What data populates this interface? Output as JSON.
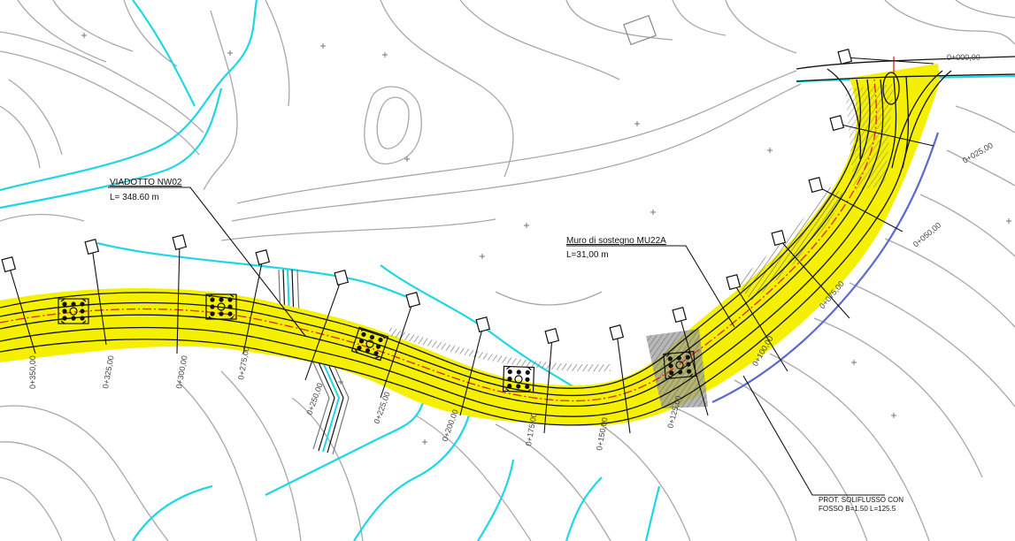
{
  "colors": {
    "road_fill": "#f4f000",
    "contour": "#a8a8a8",
    "water": "#1fd6e6",
    "channel": "#5a6ad0",
    "axis": "#d9261c",
    "edge": "#111111",
    "hatch": "#8a8a8a"
  },
  "labels": {
    "viaduct": {
      "title": "VIADOTTO NW02",
      "length": "L= 348.60 m"
    },
    "wall": {
      "title": "Muro di sostegno MU22A",
      "length": "L=31,00 m"
    },
    "protection": {
      "line1": "PROT. SOLIFLUSSO CON",
      "line2": "FOSSO B=1.50 L=125.5"
    }
  },
  "chainages": [
    {
      "label": "0+350,00"
    },
    {
      "label": "0+325,00"
    },
    {
      "label": "0+300,00"
    },
    {
      "label": "0+275,00"
    },
    {
      "label": "0+250,00"
    },
    {
      "label": "0+225,00"
    },
    {
      "label": "0+200,00"
    },
    {
      "label": "0+175,00"
    },
    {
      "label": "0+150,00"
    },
    {
      "label": "0+125,00"
    },
    {
      "label": "0+100,00"
    },
    {
      "label": "0+075,00"
    },
    {
      "label": "0+050,00"
    },
    {
      "label": "0+025,00"
    },
    {
      "label": "0+000,00"
    }
  ],
  "icons": {
    "pier": "pier-foundation-icon",
    "marker": "section-marker-icon",
    "cross": "elevation-point-icon"
  }
}
